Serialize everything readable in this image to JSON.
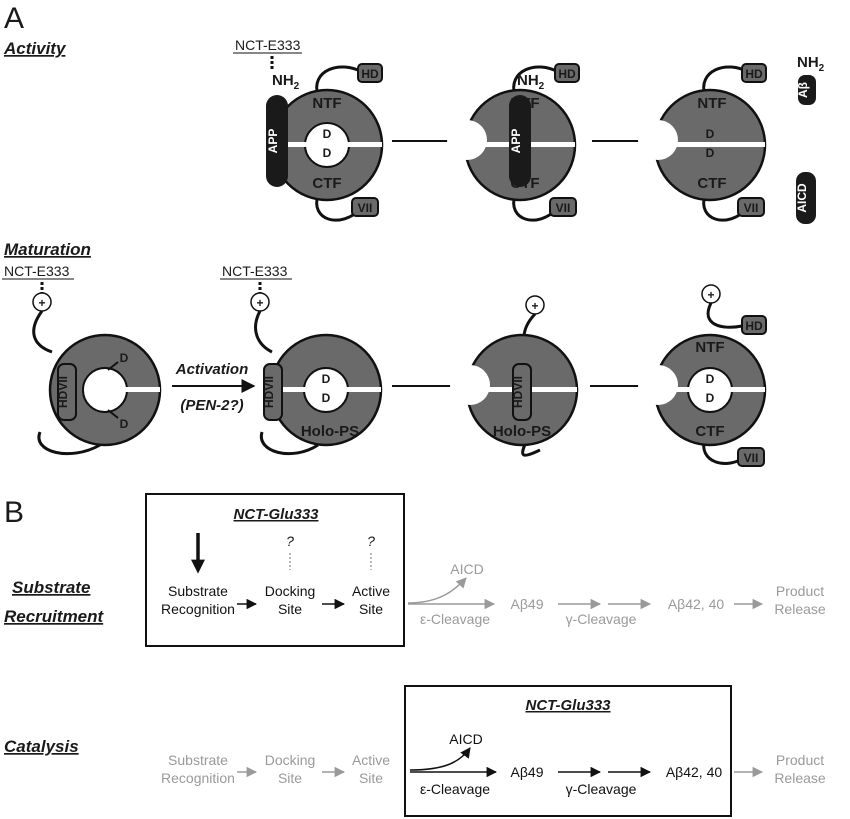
{
  "panel_a": {
    "letter": "A",
    "activity": {
      "heading": "Activity",
      "nct_label": "NCT-E333",
      "nh2": "NH",
      "nh2_sub": "2",
      "app": "APP",
      "ntf": "NTF",
      "ctf": "CTF",
      "d": "D",
      "hd": "HD",
      "vii": "VII",
      "abeta_top": "A",
      "abeta_sym": "β",
      "aicd": "AICD"
    },
    "maturation": {
      "heading": "Maturation",
      "nct_label": "NCT-E333",
      "plus": "+",
      "hdvii": "HDVII",
      "activation": "Activation",
      "pen2": "(PEN-2?)",
      "holo": "Holo-PS",
      "ntf": "NTF",
      "ctf": "CTF",
      "d": "D",
      "hd": "HD",
      "vii": "VII"
    }
  },
  "panel_b": {
    "letter": "B",
    "box_title": "NCT-Glu333",
    "question": "?",
    "substrate_recruitment": [
      "Substrate",
      "Recruitment"
    ],
    "catalysis": "Catalysis",
    "substrate_recognition": [
      "Substrate",
      "Recognition"
    ],
    "docking_site": [
      "Docking",
      "Site"
    ],
    "active_site": [
      "Active",
      "Site"
    ],
    "aicd": "AICD",
    "eps_cleavage": "ε-Cleavage",
    "ab49": "Aβ49",
    "gamma_cleavage": "γ-Cleavage",
    "ab4240": "Aβ42, 40",
    "product_release": [
      "Product",
      "Release"
    ]
  },
  "colors": {
    "ring": "#6a6a6a",
    "ink": "#111111",
    "faded": "#9a9a9a"
  }
}
